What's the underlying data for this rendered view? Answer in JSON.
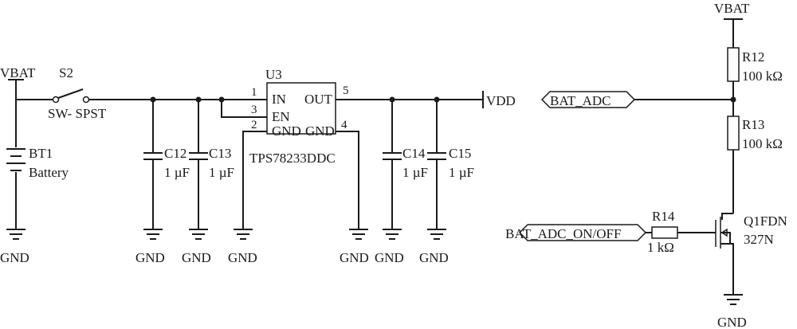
{
  "power": {
    "vbat_left": "VBAT",
    "vbat_right": "VBAT",
    "vdd": "VDD",
    "gnd": "GND"
  },
  "switch": {
    "ref": "S2",
    "value": "SW- SPST"
  },
  "battery": {
    "ref": "BT1",
    "value": "Battery"
  },
  "capacitors": [
    {
      "ref": "C12",
      "value": "1 µF"
    },
    {
      "ref": "C13",
      "value": "1 µF"
    },
    {
      "ref": "C14",
      "value": "1 µF"
    },
    {
      "ref": "C15",
      "value": "1 µF"
    }
  ],
  "regulator": {
    "ref": "U3",
    "part": "TPS78233DDC",
    "pins": [
      {
        "num": "1",
        "name": "IN"
      },
      {
        "num": "3",
        "name": "EN"
      },
      {
        "num": "2",
        "name": "GND"
      },
      {
        "num": "5",
        "name": "OUT"
      },
      {
        "num": "4",
        "name": "GND"
      }
    ]
  },
  "resistors": [
    {
      "ref": "R12",
      "value": "100 kΩ"
    },
    {
      "ref": "R13",
      "value": "100 kΩ"
    },
    {
      "ref": "R14",
      "value": "1 kΩ"
    }
  ],
  "transistor": {
    "line1": "Q1FDN",
    "line2": "327N"
  },
  "net_labels": {
    "adc": "BAT_ADC",
    "adc_enable": "BAT_ADC_ON/OFF"
  }
}
